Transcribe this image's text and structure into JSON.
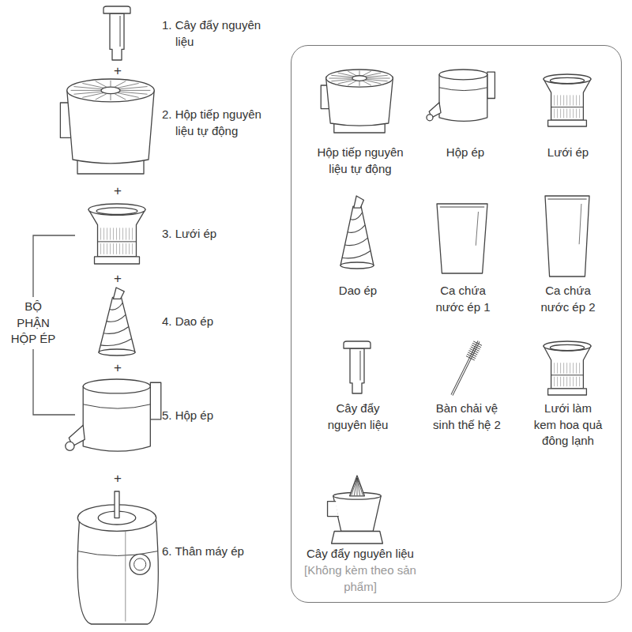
{
  "diagram": {
    "nodes": [
      {
        "text": [
          "Hộp tiếp nguyên liệu tự động",
          "Hộp ép",
          "Lưới ép",
          "Dao ép",
          "Ca chứa nước ép 1",
          "Ca chứa nước ép 2",
          "Cây đẩy nguyên liệu",
          "Bàn chải vệ sinh thế hệ 2",
          "Lưới làm kem hoa quả đông lạnh",
          "Cây đẩy nguyên liệu",
          "[Không kèm theo sản phẩm]"
        ]
      }
    ],
    "labels": [
      "1. Cây đẩy nguyên liệu",
      "+",
      "2. Hộp tiếp nguyên liệu tự động",
      "+",
      "3. Lưới ép",
      "+",
      "4. Dao ép",
      "+",
      "5. Hộp ép",
      "+",
      "6. Thân máy ép",
      "BỘ PHẬN HỘP ÉP"
    ]
  }
}
